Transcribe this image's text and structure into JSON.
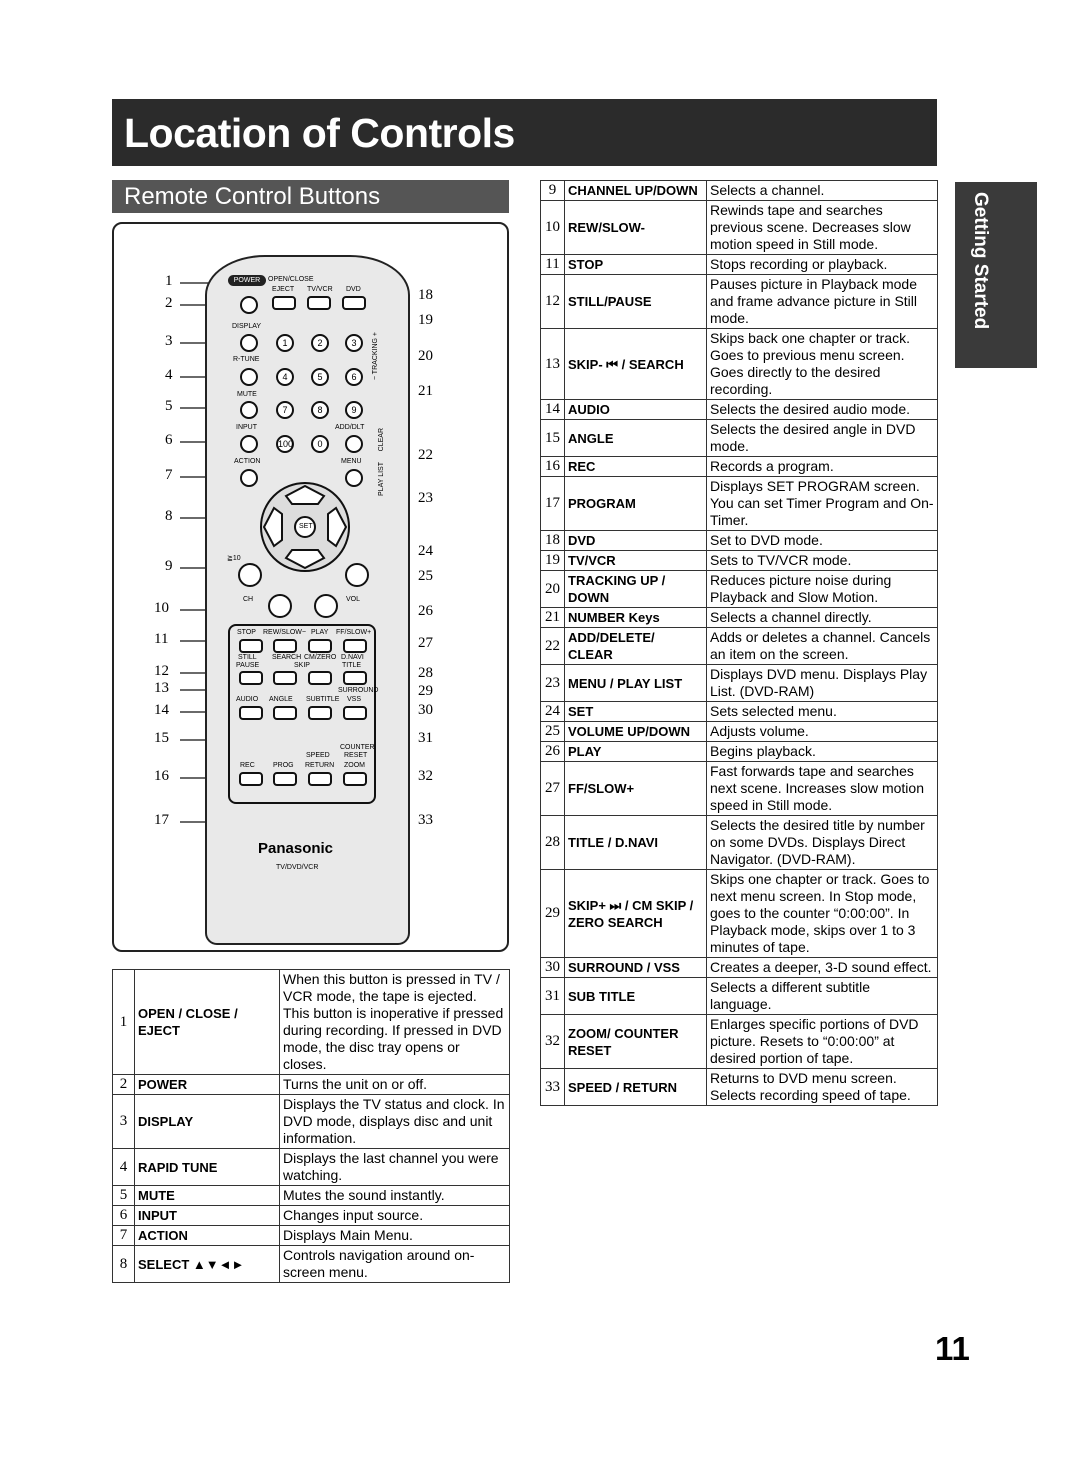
{
  "page_title": "Location of Controls",
  "section_title": "Remote Control Buttons",
  "side_tab": "Getting Started",
  "page_number": "11",
  "remote": {
    "brand": "Panasonic",
    "model": "TV/DVD/VCR",
    "labels": {
      "power": "POWER",
      "open_close": "OPEN/CLOSE",
      "eject": "EJECT",
      "tvvcr": "TV/VCR",
      "dvd": "DVD",
      "display": "DISPLAY",
      "rtune": "R-TUNE",
      "mute": "MUTE",
      "input": "INPUT",
      "adddlt": "ADD/DLT",
      "action": "ACTION",
      "menu": "MENU",
      "set": "SET",
      "ch": "CH",
      "vol": "VOL",
      "stop": "STOP",
      "rewslow": "REW/SLOW−",
      "play": "PLAY",
      "ffslow": "FF/SLOW+",
      "still": "STILL",
      "pause": "PAUSE",
      "search": "SEARCH",
      "cmzero": "CM/ZERO",
      "dnavi": "D.NAVI",
      "skip": "SKIP",
      "title": "TITLE",
      "audio": "AUDIO",
      "angle": "ANGLE",
      "subtitle": "SUBTITLE",
      "vss": "VSS",
      "surround": "SURROUND",
      "counter": "COUNTER",
      "reset": "RESET",
      "speed": "SPEED",
      "rec": "REC",
      "prog": "PROG",
      "return": "RETURN",
      "zoom": "ZOOM",
      "tracking": "− TRACKING +",
      "clear": "CLEAR",
      "playlist": "PLAY LIST",
      "ge10": "≧10"
    },
    "callouts_left": [
      "1",
      "2",
      "3",
      "4",
      "5",
      "6",
      "7",
      "8",
      "9",
      "10",
      "11",
      "12",
      "13",
      "14",
      "15",
      "16",
      "17"
    ],
    "callouts_right": [
      "18",
      "19",
      "20",
      "21",
      "22",
      "23",
      "24",
      "25",
      "26",
      "27",
      "28",
      "29",
      "30",
      "31",
      "32",
      "33"
    ]
  },
  "left_table": [
    {
      "num": "1",
      "key": "OPEN / CLOSE / EJECT",
      "desc": "When this button is pressed in TV / VCR mode, the tape is ejected. This button is inoperative if pressed during recording. If pressed in DVD mode, the disc tray opens or closes."
    },
    {
      "num": "2",
      "key": "POWER",
      "desc": "Turns the unit on or off."
    },
    {
      "num": "3",
      "key": "DISPLAY",
      "desc": "Displays the TV status and clock. In DVD mode, displays disc and unit information."
    },
    {
      "num": "4",
      "key": "RAPID TUNE",
      "desc": "Displays the last channel you were watching."
    },
    {
      "num": "5",
      "key": "MUTE",
      "desc": "Mutes the sound instantly."
    },
    {
      "num": "6",
      "key": "INPUT",
      "desc": "Changes input source."
    },
    {
      "num": "7",
      "key": "ACTION",
      "desc": "Displays Main Menu."
    },
    {
      "num": "8",
      "key": "SELECT ▲▼◄►",
      "desc": "Controls navigation around on-screen menu."
    }
  ],
  "right_table": [
    {
      "num": "9",
      "key": "CHANNEL UP/DOWN",
      "desc": "Selects a channel."
    },
    {
      "num": "10",
      "key": "REW/SLOW-",
      "desc": "Rewinds tape and searches previous scene. Decreases slow motion speed in Still mode."
    },
    {
      "num": "11",
      "key": "STOP",
      "desc": "Stops recording or playback."
    },
    {
      "num": "12",
      "key": "STILL/PAUSE",
      "desc": "Pauses picture in Playback mode and frame advance picture in Still mode."
    },
    {
      "num": "13",
      "key": "SKIP- ⏮ / SEARCH",
      "desc": "Skips back one chapter or track. Goes to previous menu screen. Goes directly to the desired recording."
    },
    {
      "num": "14",
      "key": "AUDIO",
      "desc": "Selects the desired audio mode."
    },
    {
      "num": "15",
      "key": "ANGLE",
      "desc": "Selects the desired angle in DVD mode."
    },
    {
      "num": "16",
      "key": "REC",
      "desc": "Records a program."
    },
    {
      "num": "17",
      "key": "PROGRAM",
      "desc": "Displays SET PROGRAM screen. You can set Timer Program and On-Timer."
    },
    {
      "num": "18",
      "key": "DVD",
      "desc": "Set to DVD mode."
    },
    {
      "num": "19",
      "key": "TV/VCR",
      "desc": "Sets to TV/VCR mode."
    },
    {
      "num": "20",
      "key": "TRACKING UP / DOWN",
      "desc": "Reduces picture noise during Playback and Slow Motion."
    },
    {
      "num": "21",
      "key": "NUMBER Keys",
      "desc": "Selects a channel directly."
    },
    {
      "num": "22",
      "key": "ADD/DELETE/ CLEAR",
      "desc": "Adds or deletes a channel. Cancels an item on the screen."
    },
    {
      "num": "23",
      "key": "MENU / PLAY LIST",
      "desc": "Displays DVD menu. Displays Play List. (DVD-RAM)"
    },
    {
      "num": "24",
      "key": "SET",
      "desc": "Sets selected menu."
    },
    {
      "num": "25",
      "key": "VOLUME UP/DOWN",
      "desc": "Adjusts volume."
    },
    {
      "num": "26",
      "key": "PLAY",
      "desc": "Begins playback."
    },
    {
      "num": "27",
      "key": "FF/SLOW+",
      "desc": "Fast forwards tape and searches next scene. Increases slow motion speed in Still mode."
    },
    {
      "num": "28",
      "key": "TITLE / D.NAVI",
      "desc": "Selects the desired title by number on some DVDs. Displays Direct Navigator. (DVD-RAM)."
    },
    {
      "num": "29",
      "key": "SKIP+ ⏭ / CM SKIP / ZERO SEARCH",
      "desc": "Skips one chapter or track. Goes to next menu screen. In Stop mode, goes to the counter “0:00:00”. In Playback mode, skips over 1 to 3 minutes of tape."
    },
    {
      "num": "30",
      "key": "SURROUND / VSS",
      "desc": "Creates a deeper, 3-D sound effect."
    },
    {
      "num": "31",
      "key": "SUB TITLE",
      "desc": "Selects a different subtitle language."
    },
    {
      "num": "32",
      "key": "ZOOM/ COUNTER RESET",
      "desc": "Enlarges specific portions of DVD picture. Resets to “0:00:00” at desired portion of tape."
    },
    {
      "num": "33",
      "key": "SPEED / RETURN",
      "desc": "Returns to DVD menu screen. Selects recording speed of tape."
    }
  ]
}
